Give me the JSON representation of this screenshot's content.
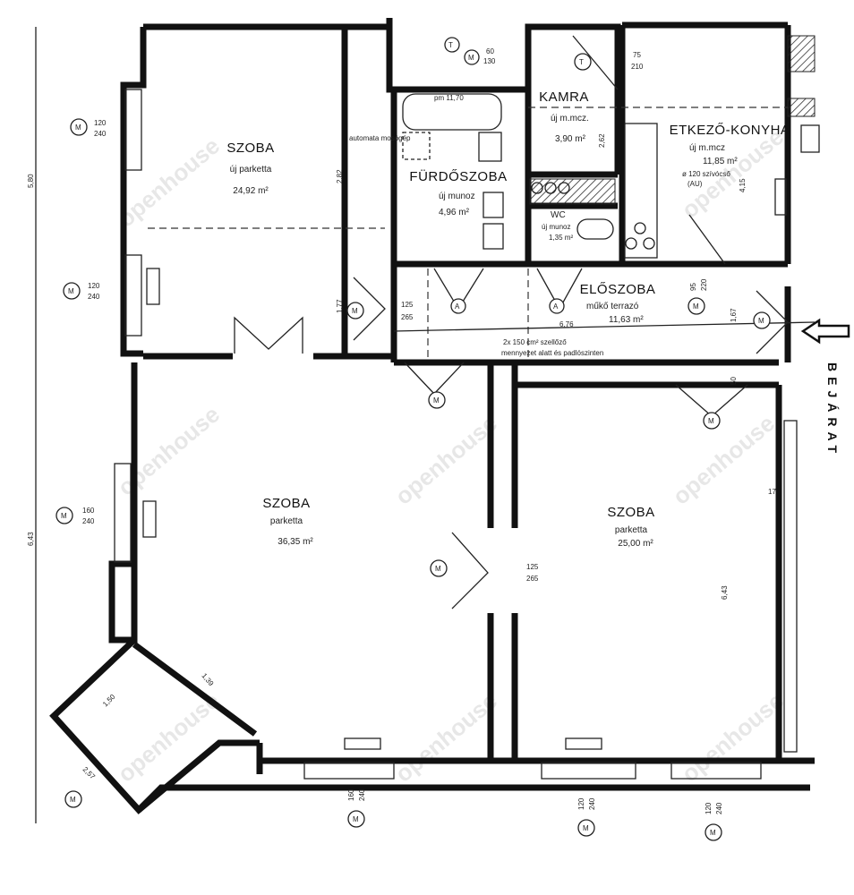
{
  "rooms": {
    "room1": {
      "name": "SZOBA",
      "floor": "új parketta",
      "area": "24,92 m²"
    },
    "bath": {
      "name": "FÜRDŐSZOBA",
      "floor": "új munoz",
      "area": "4,96 m²",
      "washer": "automata mosógép",
      "tub": "pm 11,70"
    },
    "pantry": {
      "name": "KAMRA",
      "floor": "új m.mcz.",
      "area": "3,90 m²"
    },
    "kitchen": {
      "name": "ETKEZŐ-KONYHA",
      "floor": "új m.mcz",
      "area": "11,85 m²",
      "note1": "ø 120 szívócső",
      "note2": "(AU)"
    },
    "wc": {
      "name": "WC",
      "floor": "új munoz",
      "area": "1,35 m²"
    },
    "hall": {
      "name": "ELŐSZOBA",
      "floor": "műkő terrazó",
      "area": "11,63 m²",
      "vent1": "2x 150 cm² szellőző",
      "vent2": "mennyezet alatt és padlószinten"
    },
    "room2": {
      "name": "SZOBA",
      "floor": "parketta",
      "area": "36,35 m²"
    },
    "room3": {
      "name": "SZOBA",
      "floor": "parketta",
      "area": "25,00 m²"
    }
  },
  "entrance": {
    "label": "BEJÁRAT"
  },
  "dimensions": [
    "5,80",
    "6,43",
    "2,82",
    "1,77",
    "6,76",
    "1,67",
    "4,15",
    "2,62",
    "6,43",
    "1,50",
    "2,57",
    "1,39",
    "17",
    "50"
  ],
  "openings": [
    {
      "type": "M",
      "w": "120",
      "h": "240"
    },
    {
      "type": "M",
      "w": "120",
      "h": "240"
    },
    {
      "type": "M",
      "w": "160",
      "h": "240"
    },
    {
      "type": "M",
      "w": "160",
      "h": "240"
    },
    {
      "type": "M",
      "w": "120",
      "h": "240"
    },
    {
      "type": "M",
      "w": "120",
      "h": "240"
    },
    {
      "type": "M",
      "w": "60",
      "h": "130"
    },
    {
      "type": "T",
      "w": "75",
      "h": "210"
    },
    {
      "type": "M",
      "w": "125",
      "h": "265"
    },
    {
      "type": "M",
      "w": "95",
      "h": "220"
    },
    {
      "type": "M",
      "w": "125",
      "h": "265"
    },
    {
      "type": "A",
      "w": "",
      "h": ""
    },
    {
      "type": "T",
      "w": "",
      "h": ""
    }
  ],
  "watermark": "openhouse"
}
